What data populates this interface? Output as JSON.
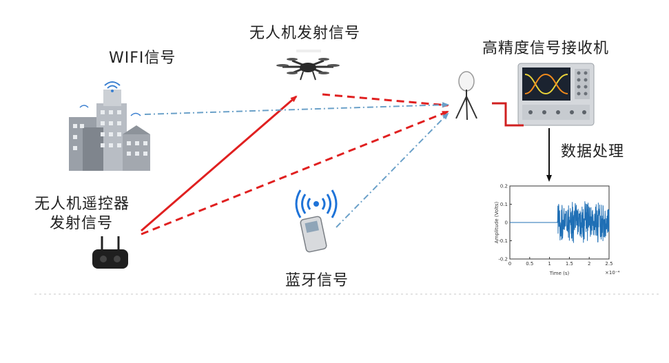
{
  "labels": {
    "wifi": "WIFI信号",
    "drone_tx": "无人机发射信号",
    "receiver": "高精度信号接收机",
    "processing": "数据处理",
    "rc_tx_line1": "无人机遥控器",
    "rc_tx_line2": "发射信号",
    "bluetooth": "蓝牙信号"
  },
  "colors": {
    "solid_link": "#e02020",
    "dashed_link": "#e02020",
    "dashdot_link": "#6aa0c8",
    "waveform": "#1f6fb5",
    "scope_screen": "#1b2330",
    "scope_trace_yellow": "#e8d23a",
    "scope_trace_orange": "#f08a1c"
  },
  "icons": {
    "wifi_building": "city-buildings-icon",
    "drone": "drone-icon",
    "antenna": "tripod-antenna-icon",
    "oscilloscope": "oscilloscope-icon",
    "remote": "remote-controller-icon",
    "phone": "phone-icon",
    "bluetooth_waves": "signal-waves-icon"
  },
  "chart_data": {
    "type": "line",
    "xlabel": "Time (s)",
    "ylabel": "Amplitude (Volts)",
    "x_ticks": [
      "0",
      "0.5",
      "1",
      "1.5",
      "2",
      "2.5"
    ],
    "y_ticks": [
      "0.2",
      "0.1",
      "0",
      "-0.1",
      "-0.2"
    ],
    "x_exponent": "×10⁻⁴",
    "xlim": [
      0,
      2.5
    ],
    "ylim": [
      -0.2,
      0.2
    ],
    "signal_onset_x": 1.2,
    "baseline_y": 0,
    "burst_amplitude": 0.12
  }
}
